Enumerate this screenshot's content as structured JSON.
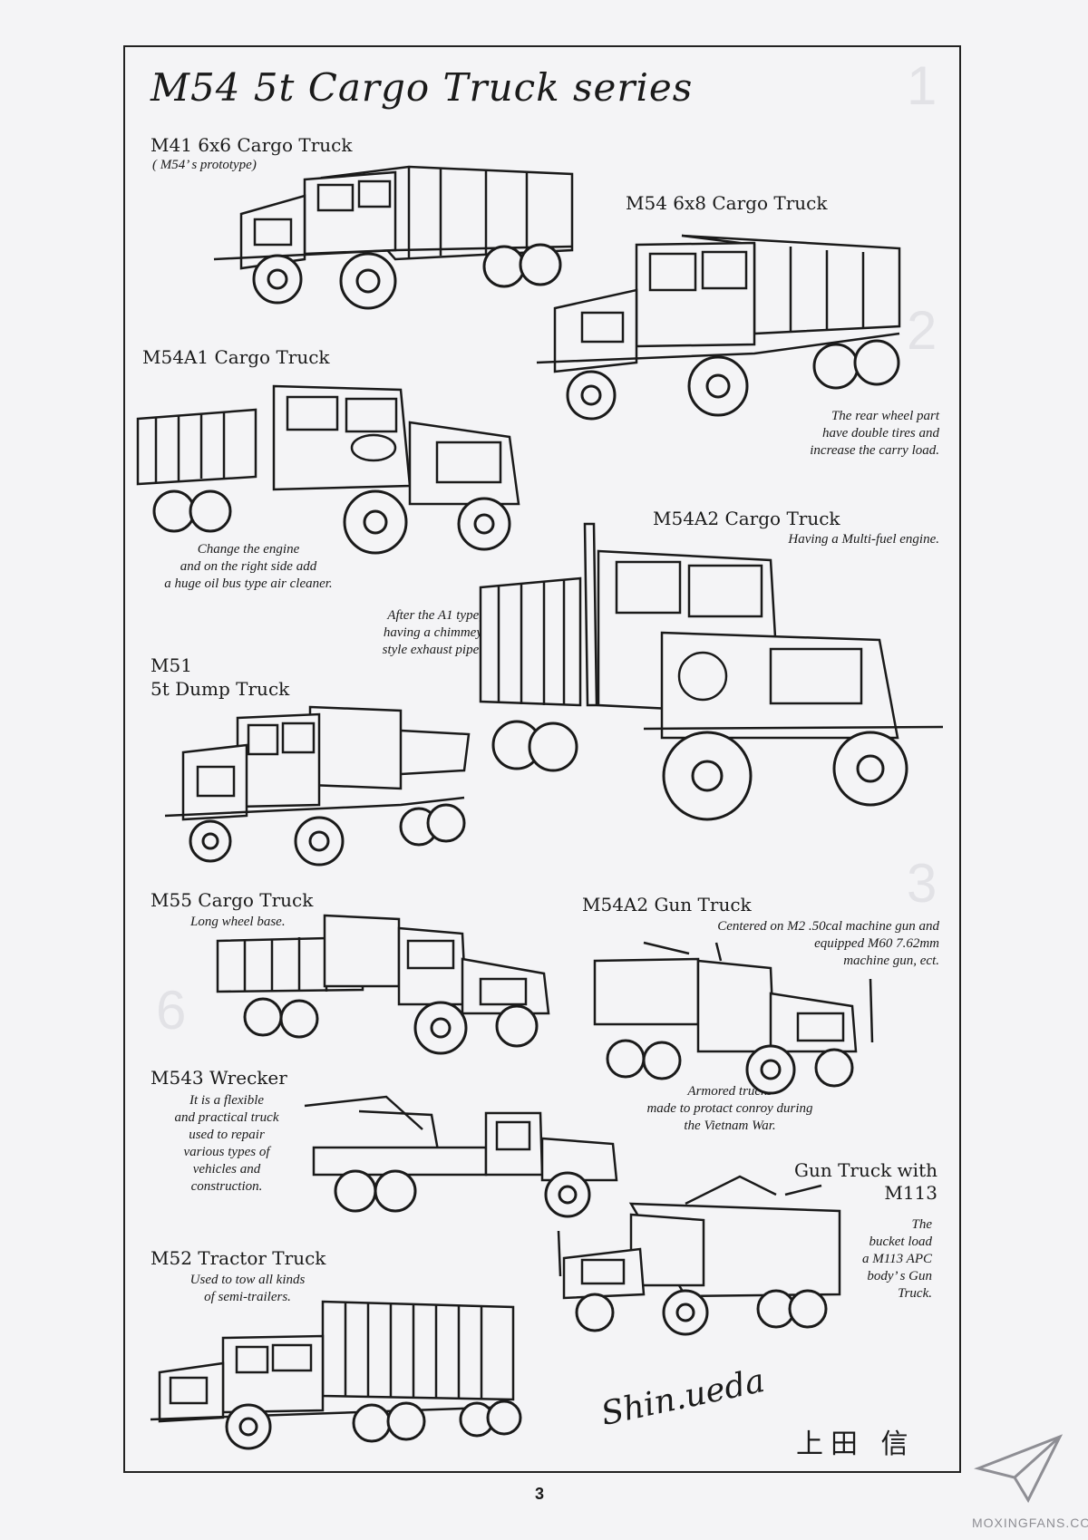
{
  "page": {
    "title": "M54 5t Cargo Truck series",
    "page_number": "3",
    "signature": "Shin.ueda",
    "signature_kanji": "上田 信",
    "watermark": "MOXINGFANS.COM"
  },
  "sections": {
    "m41": {
      "heading": "M41 6x6 Cargo Truck",
      "subtitle": "( M54’ s prototype)"
    },
    "m54": {
      "heading": "M54 6x8 Cargo Truck",
      "note": [
        "The rear wheel part",
        "have double tires and",
        "increase the carry load."
      ]
    },
    "m54a1": {
      "heading": "M54A1 Cargo Truck",
      "note": [
        "Change the engine",
        "and on the right side add",
        "a huge oil bus type air cleaner."
      ]
    },
    "m54a2": {
      "heading": "M54A2 Cargo Truck",
      "subtitle": "Having a Multi-fuel engine.",
      "note": [
        "After the A1 type,",
        "having a chimmey",
        "style exhaust pipe."
      ]
    },
    "m51": {
      "heading_line1": "M51",
      "heading_line2": "5t Dump Truck"
    },
    "m55": {
      "heading": "M55 Cargo Truck",
      "subtitle": "Long wheel base."
    },
    "m54a2_gun": {
      "heading": "M54A2 Gun Truck",
      "note": [
        "Centered on M2 .50cal machine gun and",
        "equipped M60 7.62mm",
        "machine gun, ect."
      ],
      "note2": [
        "Armored trucks",
        "made to protact conroy during",
        "the Vietnam War."
      ]
    },
    "m543": {
      "heading": "M543 Wrecker",
      "note": [
        "It is a flexible",
        "and practical truck",
        "used to repair",
        "various types of",
        "vehicles and",
        "construction."
      ]
    },
    "gun_m113": {
      "heading_line1": "Gun Truck with",
      "heading_line2": "M113",
      "note": [
        "The",
        "bucket load",
        "a M113 APC",
        "body’ s Gun",
        "Truck."
      ]
    },
    "m52": {
      "heading": "M52 Tractor Truck",
      "note": [
        "Used to tow all kinds",
        "of semi-trailers."
      ]
    }
  }
}
